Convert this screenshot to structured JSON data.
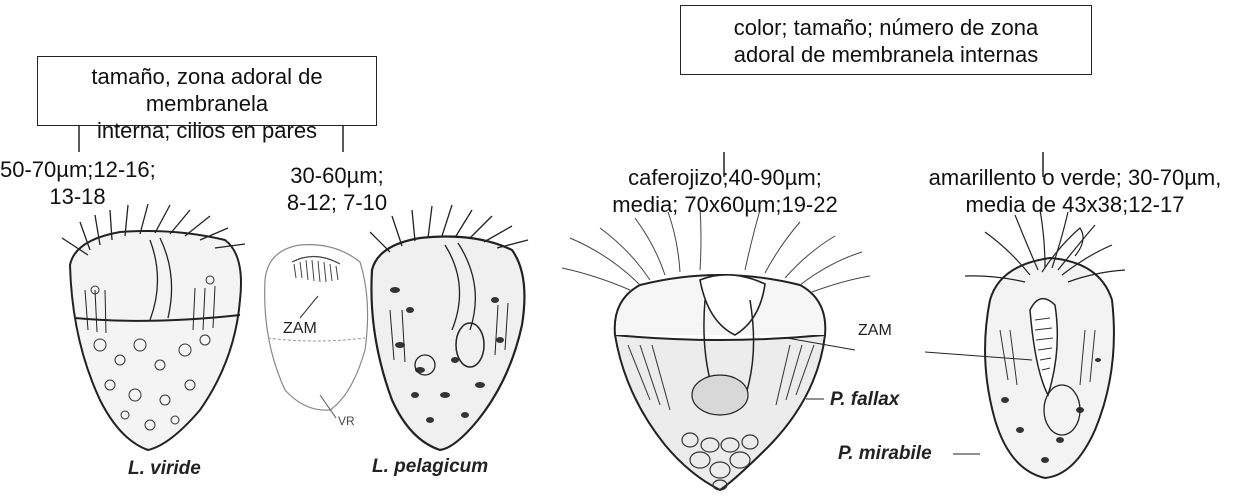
{
  "boxes": {
    "left": {
      "line1": "tamaño, zona adoral de membranela",
      "line2": "interna; cilios en pares"
    },
    "right": {
      "line1": "color; tamaño; número de zona",
      "line2": "adoral de membranela internas"
    }
  },
  "measurements": {
    "l_viride": {
      "line1": "50-70µm;12-16;",
      "line2": "13-18"
    },
    "l_pelagicum": {
      "line1": "30-60µm;",
      "line2": "8-12; 7-10"
    },
    "p_fallax": {
      "line1": "caferojizo;40-90µm;",
      "line2": "media; 70x60µm;19-22"
    },
    "p_mirabile": {
      "line1": "amarillento o verde; 30-70µm,",
      "line2": "media de 43x38;12-17"
    }
  },
  "species": {
    "l_viride": "L. viride",
    "l_pelagicum": "L. pelagicum",
    "p_fallax": "P. fallax",
    "p_mirabile": "P. mirabile"
  },
  "annotations": {
    "zam_small": "ZAM",
    "vr": "VR",
    "zam_large": "ZAM"
  }
}
